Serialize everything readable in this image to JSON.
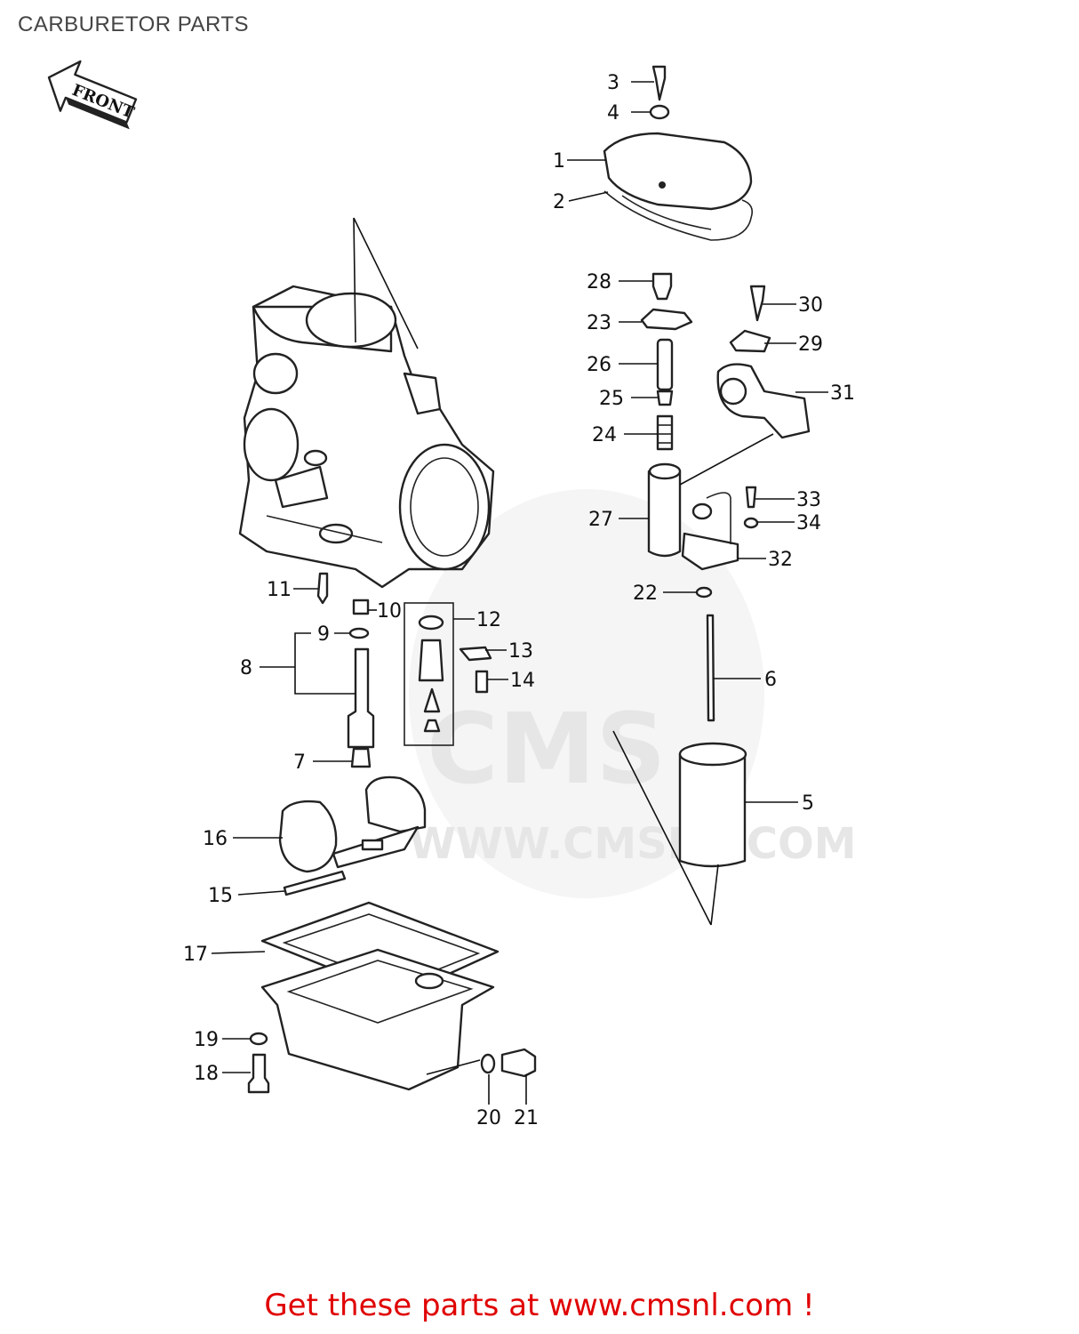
{
  "title": "CARBURETOR PARTS",
  "front_label": "FRONT",
  "watermark": {
    "logo": "CMS",
    "url": "WWW.CMSNL.COM"
  },
  "footer": "Get these parts at www.cmsnl.com !",
  "callouts": {
    "c1": "1",
    "c2": "2",
    "c3": "3",
    "c4": "4",
    "c5": "5",
    "c6": "6",
    "c7": "7",
    "c8": "8",
    "c9": "9",
    "c10": "10",
    "c11": "11",
    "c12": "12",
    "c13": "13",
    "c14": "14",
    "c15": "15",
    "c16": "16",
    "c17": "17",
    "c18": "18",
    "c19": "19",
    "c20": "20",
    "c21": "21",
    "c22": "22",
    "c23": "23",
    "c24": "24",
    "c25": "25",
    "c26": "26",
    "c27": "27",
    "c28": "28",
    "c29": "29",
    "c30": "30",
    "c31": "31",
    "c32": "32",
    "c33": "33",
    "c34": "34"
  }
}
